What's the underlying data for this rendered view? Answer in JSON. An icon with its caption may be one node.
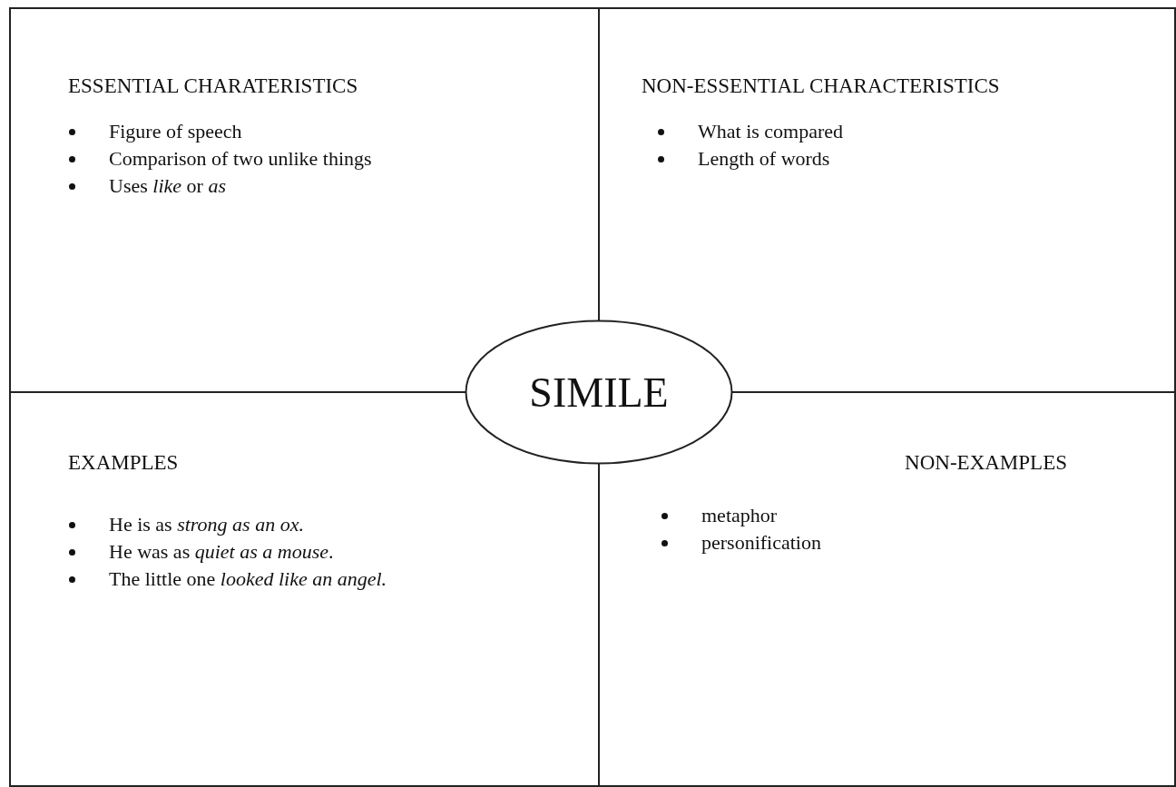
{
  "diagram": {
    "nodes": [
      {
        "text": [
          "ESSENTIAL CHARATERISTICS",
          "Figure of speech",
          "Comparison of two unlike things",
          "Uses *like* or *as*"
        ]
      },
      {
        "text": [
          "NON-ESSENTIAL CHARACTERISTICS",
          "What is compared",
          "Length of words"
        ]
      },
      {
        "text": [
          "EXAMPLES",
          "He is as *strong as an ox.*",
          "He was as *quiet as a mouse*.",
          "The little one *looked like an angel.*"
        ]
      },
      {
        "text": [
          "NON-EXAMPLES",
          "metaphor",
          "personification"
        ]
      },
      {
        "text": [
          "SIMILE"
        ]
      }
    ]
  }
}
